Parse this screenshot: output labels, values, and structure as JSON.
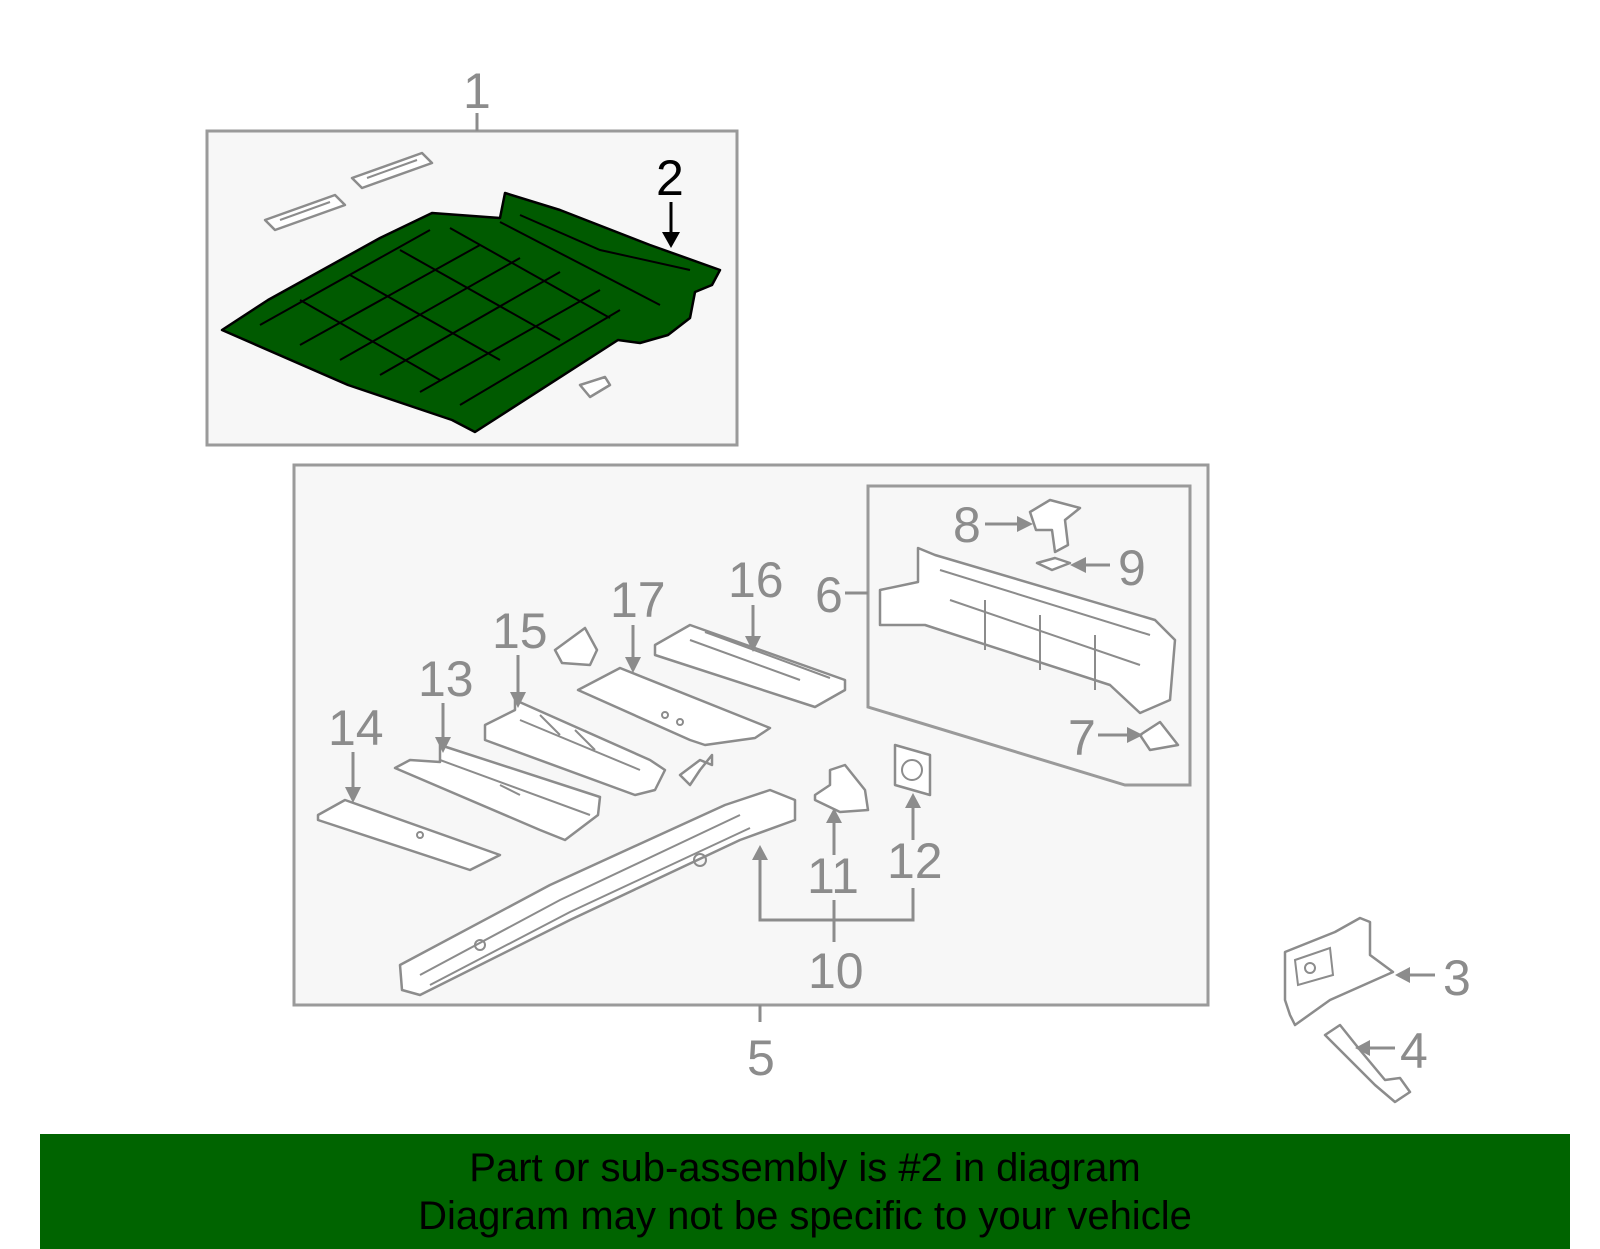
{
  "callouts": {
    "c1": "1",
    "c2": "2",
    "c3": "3",
    "c4": "4",
    "c5": "5",
    "c6": "6",
    "c7": "7",
    "c8": "8",
    "c9": "9",
    "c10": "10",
    "c11": "11",
    "c12": "12",
    "c13": "13",
    "c14": "14",
    "c15": "15",
    "c16": "16",
    "c17": "17"
  },
  "highlight": {
    "part": "2",
    "color": "#005a00"
  },
  "banner": {
    "line1": "Part or sub-assembly is #2 in diagram",
    "line2": "Diagram may not be specific to your vehicle",
    "background": "#006400"
  }
}
